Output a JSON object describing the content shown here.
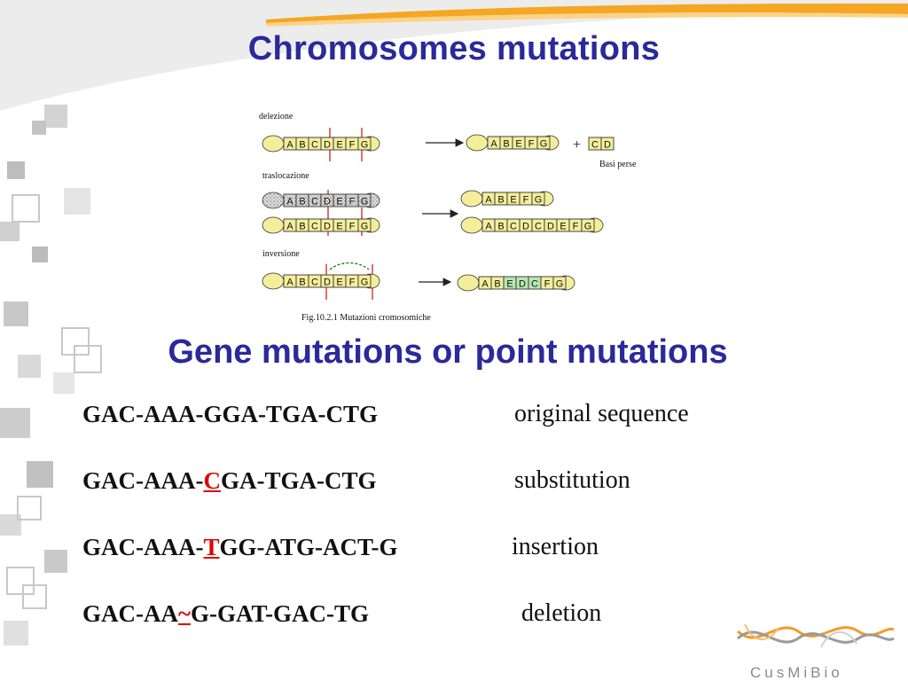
{
  "slide": {
    "title": "Chromosomes mutations",
    "subtitle": "Gene mutations or point mutations"
  },
  "figure": {
    "label_deletion": "delezione",
    "label_translocation": "traslocazione",
    "label_inversion": "inversione",
    "lost_bases": "Basi perse",
    "plus": "+",
    "caption": "Fig.10.2.1 Mutazioni cromosomiche",
    "deletion_original": [
      "A",
      "B",
      "C",
      "D",
      "E",
      "F",
      "G"
    ],
    "deletion_result": [
      "A",
      "B",
      "E",
      "F",
      "G"
    ],
    "deletion_lost": [
      "C",
      "D"
    ],
    "translocation_top": [
      "A",
      "B",
      "C",
      "D",
      "E",
      "F",
      "G"
    ],
    "translocation_bottom": [
      "A",
      "B",
      "C",
      "D",
      "E",
      "F",
      "G"
    ],
    "translocation_result_top": [
      "A",
      "B",
      "E",
      "F",
      "G"
    ],
    "translocation_result_bottom": [
      "A",
      "B",
      "C",
      "D",
      "C",
      "D",
      "E",
      "F",
      "G"
    ],
    "inversion_original": [
      "A",
      "B",
      "C",
      "D",
      "E",
      "F",
      "G"
    ],
    "inversion_result": [
      "A",
      "B",
      "E",
      "D",
      "C",
      "F",
      "G"
    ]
  },
  "mutations": [
    {
      "prefix": "GAC-AAA-GGA-TGA-CTG",
      "highlight": "",
      "suffix": "",
      "description": "original sequence"
    },
    {
      "prefix": "GAC-AAA-",
      "highlight": "C",
      "suffix": "GA-TGA-CTG",
      "description": "substitution"
    },
    {
      "prefix": "GAC-AAA-",
      "highlight": "T",
      "suffix": "GG-ATG-ACT-G",
      "description": "insertion"
    },
    {
      "prefix": "GAC-AA",
      "highlight": "~",
      "suffix": "G-GAT-GAC-TG",
      "description": "deletion"
    }
  ],
  "logo": {
    "text": "CusMiBio"
  },
  "colors": {
    "title": "#2a2a9a",
    "highlight": "#e00000",
    "orange": "#f5a623",
    "gene_box": "#f4ee9a",
    "inverted_box": "#b8e6b0",
    "arrow": "#d42020"
  }
}
